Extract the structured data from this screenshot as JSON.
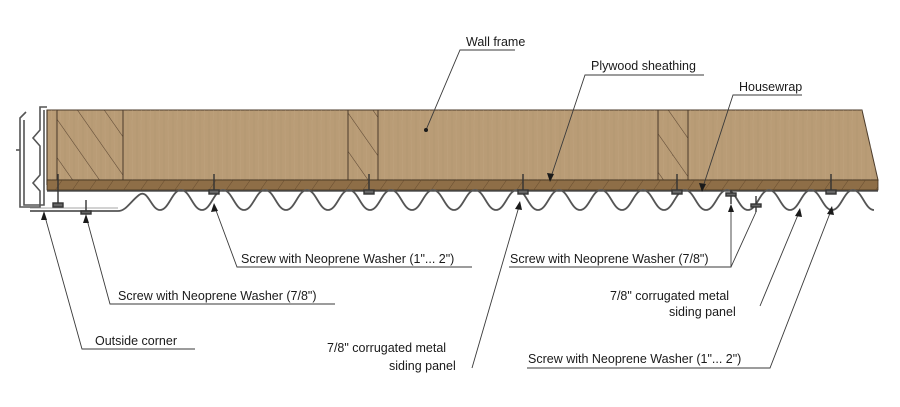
{
  "labels": {
    "wall_frame": "Wall frame",
    "plywood_sheathing": "Plywood sheathing",
    "housewrap": "Housewrap",
    "screw_left_large": "Screw with Neoprene Washer (1\"... 2\")",
    "screw_right_small": "Screw with Neoprene Washer (7/8\")",
    "screw_left_small": "Screw with Neoprene Washer (7/8\")",
    "panel_right_line1": "7/8\" corrugated metal",
    "panel_right_line2": "siding panel",
    "outside_corner": "Outside corner",
    "panel_center_line1": "7/8\" corrugated metal",
    "panel_center_line2": "siding panel",
    "screw_right_large": "Screw with Neoprene Washer (1\"... 2\")"
  },
  "colors": {
    "wood": "#b79a74",
    "wood_grain": "#a68a66",
    "sheathing": "#8b6b45",
    "metal": "#555555",
    "housewrap": "#333333"
  }
}
